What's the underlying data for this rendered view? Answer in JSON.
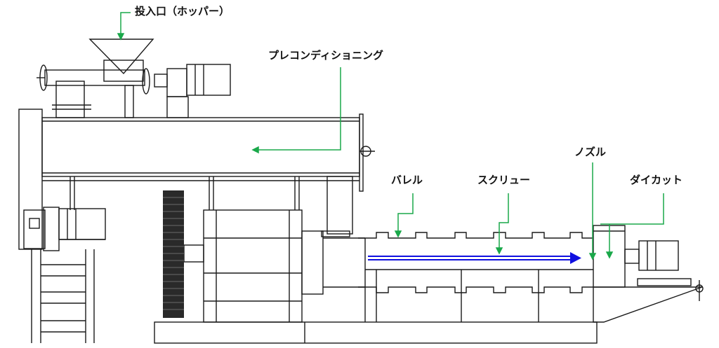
{
  "labels": {
    "hopper": "投入口（ホッパー）",
    "preconditioning": "プレコンディショニング",
    "barrel": "バレル",
    "screw": "スクリュー",
    "nozzle": "ノズル",
    "die_cut": "ダイカット"
  },
  "colors": {
    "line": "#1a1a1a",
    "leader": "#1aa84a",
    "flow_arrow": "#1010e0",
    "pulley": "#2a2a2a"
  },
  "icons": {
    "flow": "right-arrow-icon"
  }
}
